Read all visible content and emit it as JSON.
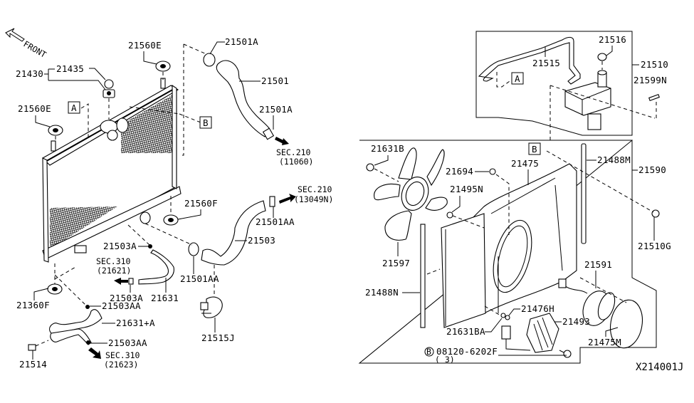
{
  "diagram": {
    "drawing_id": "X214001J",
    "front_label": "FRONT",
    "ref_markers": {
      "a": "A",
      "b": "B",
      "circled_b": "B"
    },
    "left_assembly": {
      "labels": {
        "p21430": "21430",
        "p21435": "21435",
        "p21560E_top": "21560E",
        "p21560E_left": "21560E",
        "p21501A_top": "21501A",
        "p21501": "21501",
        "p21501A_mid": "21501A",
        "sec210_a": "SEC.210",
        "sec210_a_ref": "(11060)",
        "sec210_b": "SEC.210",
        "sec210_b_ref": "(13049N)",
        "p21560F": "21560F",
        "p21501AA_right": "21501AA",
        "p21503": "21503",
        "p21503A_top": "21503A",
        "sec310_a": "SEC.310",
        "sec310_a_ref": "(21621)",
        "p21501AA_bottom": "21501AA",
        "p21503A_bottom": "21503A",
        "p21631": "21631",
        "p21360F": "21360F",
        "p21503AA_top": "21503AA",
        "p21631A": "21631+A",
        "p21503AA_bottom": "21503AA",
        "p21514": "21514",
        "sec310_b": "SEC.310",
        "sec310_b_ref": "(21623)",
        "p21515J": "21515J"
      }
    },
    "reservoir_box": {
      "labels": {
        "p21516": "21516",
        "p21515": "21515",
        "p21510": "21510",
        "p21599N": "21599N"
      }
    },
    "fan_box": {
      "labels": {
        "p21631B": "21631B",
        "p21694": "21694",
        "p21475": "21475",
        "p21488M": "21488M",
        "p21590": "21590",
        "p21495N": "21495N",
        "p21510G": "21510G",
        "p21597": "21597",
        "p21591": "21591",
        "p21488N": "21488N",
        "p21476H": "21476H",
        "p21493": "21493",
        "p21631BA": "21631BA",
        "p21475M": "21475M",
        "bolt": "08120-6202F",
        "bolt_qty": "( 3)"
      }
    }
  }
}
